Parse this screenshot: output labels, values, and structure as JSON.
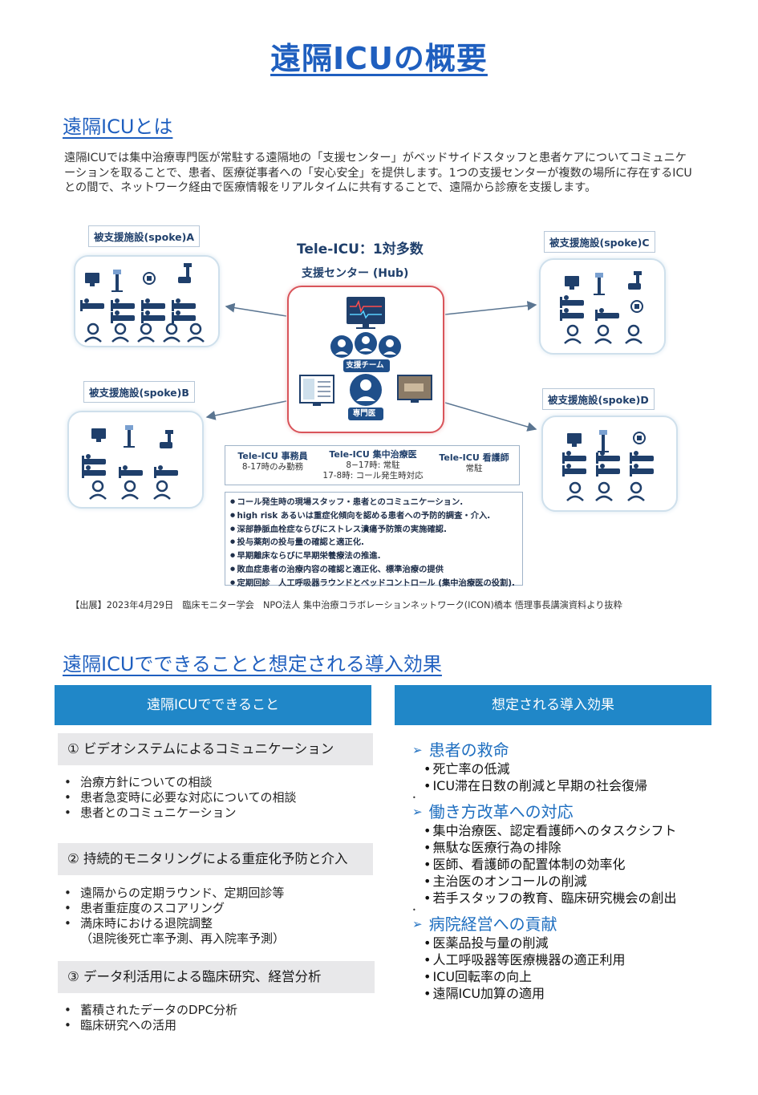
{
  "title": "遠隔ICUの概要",
  "section1": {
    "heading": "遠隔ICUとは",
    "intro": "遠隔ICUでは集中治療専門医が常駐する遠隔地の「支援センター」がベッドサイドスタッフと患者ケアについてコミュニケーションを取ることで、患者、医療従事者への「安心安全」を提供します。1つの支援センターが複数の場所に存在するICUとの間で、ネットワーク経由で医療情報をリアルタイムに共有することで、遠隔から診療を支援します。"
  },
  "diagram": {
    "title": "Tele-ICU：1対多数",
    "hub_label": "支援センター (Hub)",
    "team_label": "支援チーム",
    "doctor_label": "専門医",
    "spokes": {
      "a": "被支援施設(spoke)A",
      "b": "被支援施設(spoke)B",
      "c": "被支援施設(spoke)C",
      "d": "被支援施設(spoke)D"
    },
    "roles": [
      {
        "title": "Tele-ICU 事務員",
        "lines": [
          "8-17時のみ勤務"
        ]
      },
      {
        "title": "Tele-ICU 集中治療医",
        "lines": [
          "8−17時: 常駐",
          "17-8時: コール発生時対応"
        ]
      },
      {
        "title": "Tele-ICU 看護師",
        "lines": [
          "常駐"
        ]
      }
    ],
    "tasks": [
      "コール発生時の現場スタッフ・患者とのコミュニケーション.",
      "high risk あるいは重症化傾向を認める患者への予防的調査・介入.",
      "深部静脈血栓症ならびにストレス潰瘍予防策の実施確認.",
      "投与薬剤の投与量の確認と適正化.",
      "早期離床ならびに早期栄養療法の推進.",
      "敗血症患者の治療内容の確認と適正化、標準治療の提供",
      "定期回診　人工呼吸器ラウンドとベッドコントロール (集中治療医の役割)."
    ]
  },
  "source": "【出展】2023年4月29日　臨床モニター学会　NPO法人 集中治療コラボレーションネットワーク(ICON)橋本 悟理事長講演資料より抜粋",
  "section2": {
    "heading": "遠隔ICUでできることと想定される導入効果",
    "left_header": "遠隔ICUでできること",
    "right_header": "想定される導入効果",
    "capabilities": [
      {
        "title": "① ビデオシステムによるコミュニケーション",
        "items": [
          "治療方針についての相談",
          "患者急変時に必要な対応についての相談",
          "患者とのコミュニケーション"
        ]
      },
      {
        "title": "② 持続的モニタリングによる重症化予防と介入",
        "items": [
          "遠隔からの定期ラウンド、定期回診等",
          "患者重症度のスコアリング",
          "満床時における退院調整"
        ],
        "note": "（退院後死亡率予測、再入院率予測）"
      },
      {
        "title": "③ データ利活用による臨床研究、経営分析",
        "items": [
          "蓄積されたデータのDPC分析",
          "臨床研究への活用"
        ]
      }
    ],
    "effects": [
      {
        "title": "患者の救命",
        "items": [
          "死亡率の低減",
          "ICU滞在日数の削減と早期の社会復帰"
        ]
      },
      {
        "title": "働き方改革への対応",
        "items": [
          "集中治療医、認定看護師へのタスクシフト",
          "無駄な医療行為の排除",
          "医師、看護師の配置体制の効率化",
          "主治医のオンコールの削減",
          "若手スタッフの教育、臨床研究機会の創出"
        ]
      },
      {
        "title": "病院経営への貢献",
        "items": [
          "医薬品投与量の削減",
          "人工呼吸器等医療機器の適正利用",
          "ICU回転率の向上",
          "遠隔ICU加算の適用"
        ]
      }
    ]
  },
  "colors": {
    "title_blue": "#1f5fbf",
    "header_blue": "#2087c8",
    "hub_red": "#d9545a",
    "icon_navy": "#1f3f6b"
  }
}
